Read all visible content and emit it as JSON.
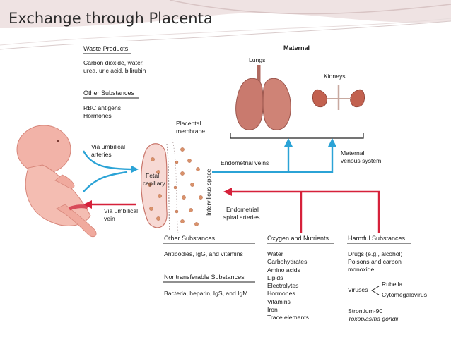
{
  "slide_title": "Exchange through Placenta",
  "maternal_label": "Maternal",
  "lungs_label": "Lungs",
  "kidneys_label": "Kidneys",
  "waste": {
    "heading": "Waste Products",
    "lines": [
      "Carbon dioxide, water,",
      "urea, uric acid, bilirubin"
    ]
  },
  "other_top": {
    "heading": "Other Substances",
    "lines": [
      "RBC antigens",
      "Hormones"
    ]
  },
  "placental_membrane": [
    "Placental",
    "membrane"
  ],
  "via_umbilical_arteries": [
    "Via umbilical",
    "arteries"
  ],
  "via_umbilical_vein": [
    "Via umbilical",
    "vein"
  ],
  "fetal_capillary": [
    "Fetal",
    "capillary"
  ],
  "intervillous_space": "Intervillous space",
  "endometrial_veins": "Endometrial veins",
  "maternal_venous_system": [
    "Maternal",
    "venous system"
  ],
  "endometrial_spiral_arteries": [
    "Endometrial",
    "spiral arteries"
  ],
  "other_bottom": {
    "heading": "Other Substances",
    "text": "Antibodies, IgG, and vitamins"
  },
  "nontransferable": {
    "heading": "Nontransferable Substances",
    "text": "Bacteria, heparin, IgS, and IgM"
  },
  "oxygen_nutrients": {
    "heading": "Oxygen and Nutrients",
    "items": [
      "Water",
      "Carbohydrates",
      "Amino acids",
      "Lipids",
      "Electrolytes",
      "Hormones",
      "Vitamins",
      "Iron",
      "Trace elements"
    ]
  },
  "harmful": {
    "heading": "Harmful Substances",
    "lines": [
      "Drugs (e.g., alcohol)",
      "Poisons and carbon",
      "monoxide"
    ],
    "viruses_label": "Viruses",
    "viruses": [
      "Rubella",
      "Cytomegalovirus"
    ],
    "extra": [
      "Strontium-90"
    ],
    "extra_italic": "Toxoplasma gondii"
  },
  "colors": {
    "blue_arrow": "#2ba3d6",
    "red_arrow": "#d6213a",
    "organ": "#c97a6e",
    "fetus": "#f2b3a8"
  }
}
